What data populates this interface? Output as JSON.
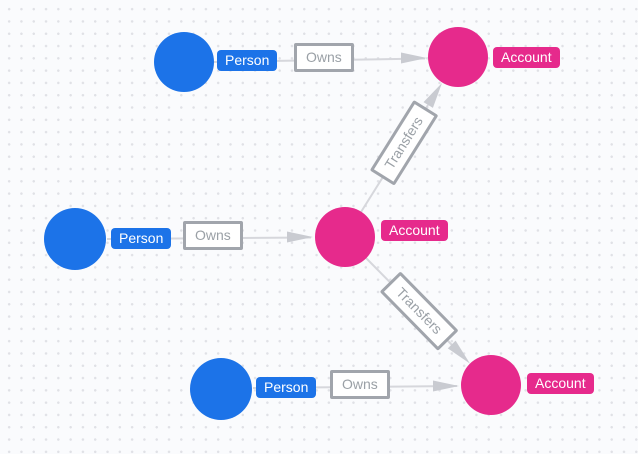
{
  "colors": {
    "person": "#1c73e8",
    "account": "#e62a8c",
    "edge": "#d6d7dc",
    "arrow": "#c9cbd1",
    "rel_border": "#a1a5ac",
    "rel_text": "#9aa0a6",
    "bg": "#fafbfd",
    "dot": "#e0e1e6"
  },
  "graph": {
    "nodes": [
      {
        "id": "person-1",
        "type": "Person",
        "label": "Person"
      },
      {
        "id": "person-2",
        "type": "Person",
        "label": "Person"
      },
      {
        "id": "person-3",
        "type": "Person",
        "label": "Person"
      },
      {
        "id": "account-1",
        "type": "Account",
        "label": "Account"
      },
      {
        "id": "account-2",
        "type": "Account",
        "label": "Account"
      },
      {
        "id": "account-3",
        "type": "Account",
        "label": "Account"
      }
    ],
    "edges": [
      {
        "from": "person-1",
        "to": "account-1",
        "label": "Owns"
      },
      {
        "from": "person-2",
        "to": "account-2",
        "label": "Owns"
      },
      {
        "from": "person-3",
        "to": "account-3",
        "label": "Owns"
      },
      {
        "from": "account-2",
        "to": "account-1",
        "label": "Transfers"
      },
      {
        "from": "account-2",
        "to": "account-3",
        "label": "Transfers"
      }
    ]
  }
}
